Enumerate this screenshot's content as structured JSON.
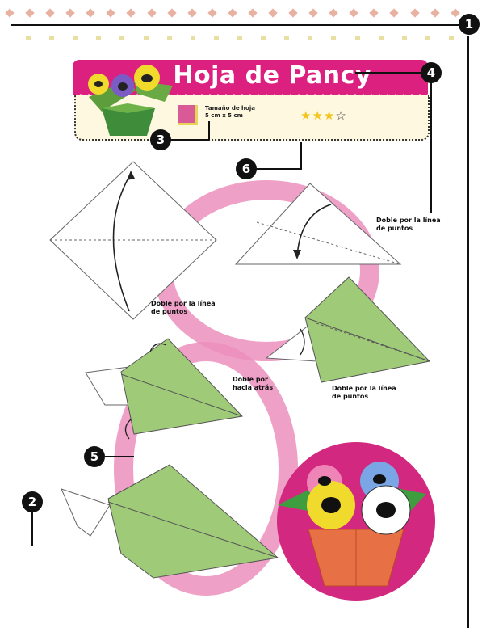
{
  "header": {
    "title": "Hoja de Pancy",
    "paper_size_label": "Tamaño de hoja",
    "paper_size_value": "5 cm x 5 cm",
    "difficulty_stars": 3,
    "difficulty_max": 4,
    "star_filled": "★",
    "star_empty": "☆"
  },
  "markers": [
    "1",
    "2",
    "3",
    "4",
    "5",
    "6"
  ],
  "steps": [
    {
      "caption": "Doble por la línea de puntos"
    },
    {
      "caption": "Doble por la línea de puntos"
    },
    {
      "caption": "Doble por la línea de puntos"
    },
    {
      "caption": "Doble por hacia atrás"
    }
  ],
  "colors": {
    "banner": "#db207f",
    "card_background": "#fff8e1",
    "leaf_green": "#9fcb79",
    "ring_pink": "#ec8fbd",
    "circle_magenta": "#d2287f",
    "pot_orange": "#e77045",
    "diamond_dots": "#e8b2a3",
    "square_dots": "#e8e0a2"
  },
  "icons": [
    "origami-diagram",
    "pansy-pot-illustration",
    "paper-swatch-icon",
    "star-icon",
    "fold-arrow-icon"
  ]
}
